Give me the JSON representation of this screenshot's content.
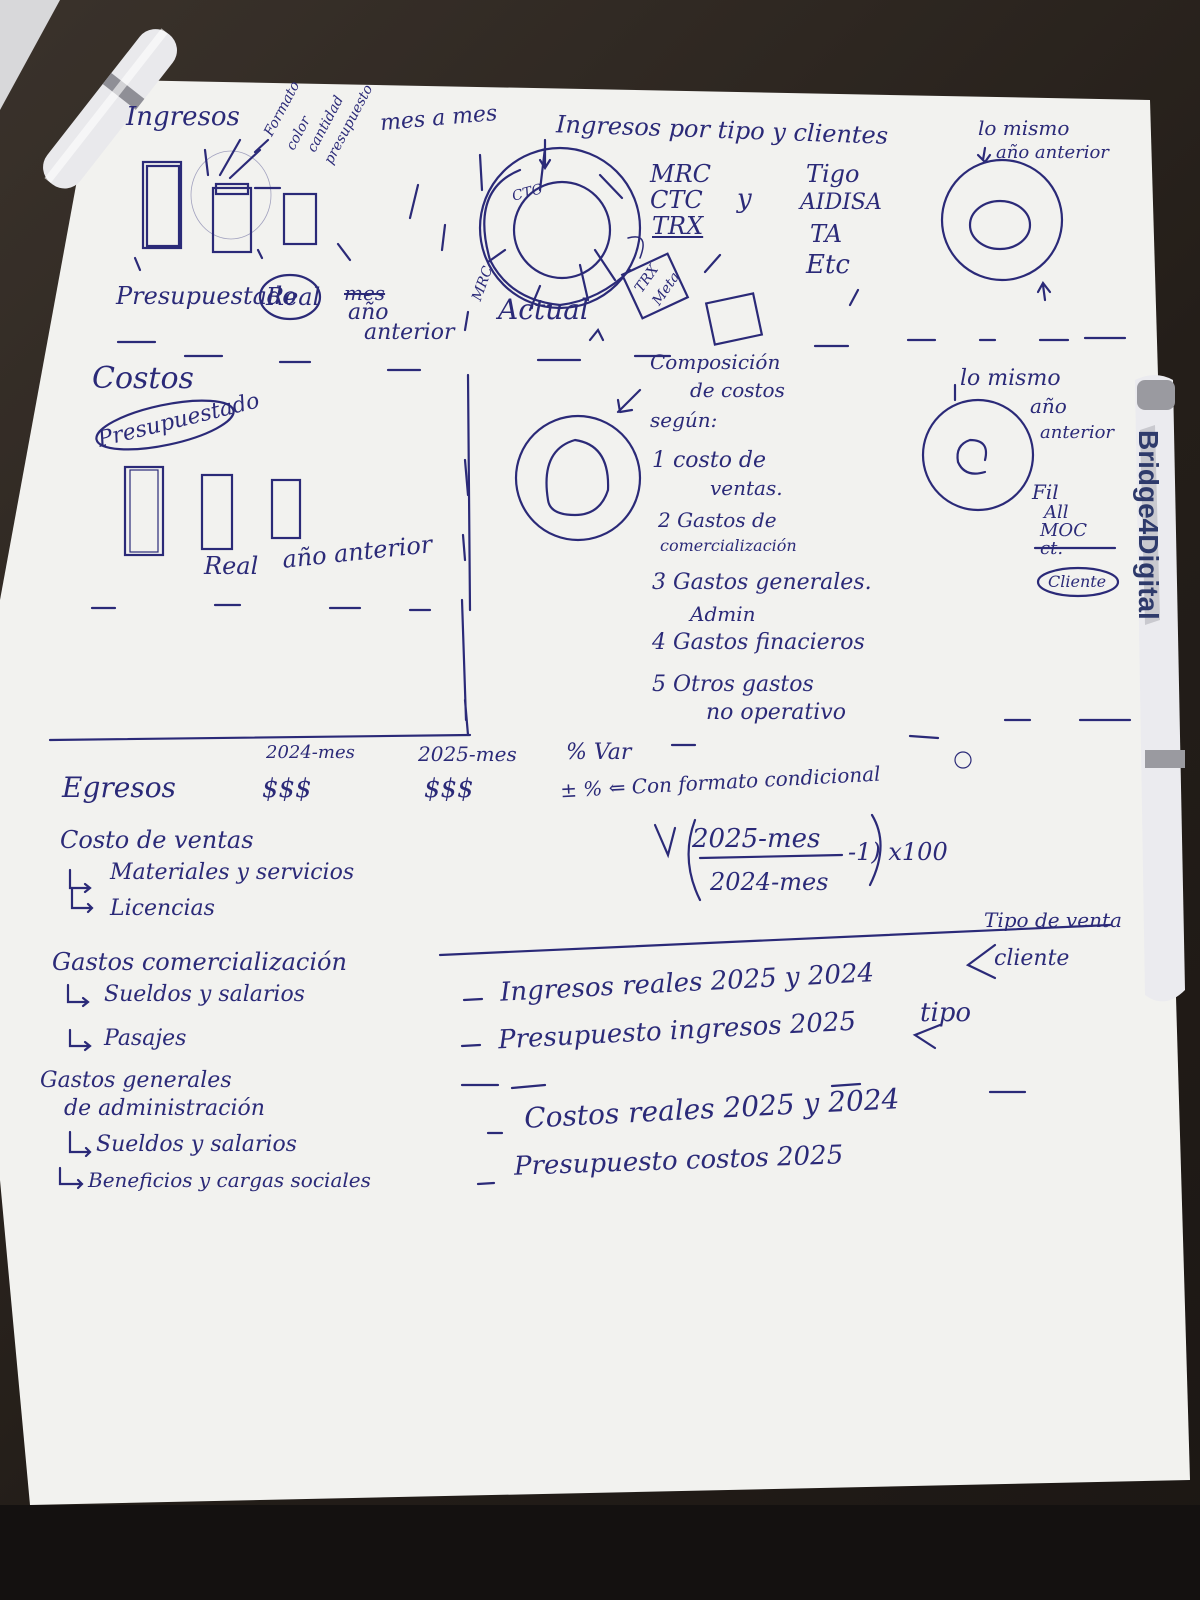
{
  "colors": {
    "ink": "#2b2a78",
    "paper": "#f3f3f0",
    "desk": "#2b2520",
    "pen": "#e8e8ea"
  },
  "ingresos": {
    "title": "Ingresos",
    "annotations": [
      "Formato",
      "color",
      "cantidad",
      "presupuesto"
    ],
    "mes_a_mes": "mes a mes",
    "labels": {
      "presupuestado": "Presupuestado",
      "real": "Real",
      "anio_anterior": [
        "año",
        "anterior"
      ]
    },
    "struck_word": "mes"
  },
  "ingresos_tipo": {
    "title": "Ingresos por tipo y clientes",
    "types": [
      "MRC",
      "CTC",
      "TRX"
    ],
    "y": "y",
    "clients": [
      "Tigo",
      "AIDISA",
      "TA",
      "Etc"
    ],
    "donut_labels": {
      "ctc": "CTC",
      "mrc": "MRC",
      "trx": "TRX",
      "meta": "Meta"
    },
    "actual": "Actual",
    "lo_mismo": [
      "lo mismo",
      "año anterior"
    ]
  },
  "costos": {
    "title": "Costos",
    "labels": {
      "presupuestado": "Presupuestado",
      "real": "Real",
      "anio_anterior": "año anterior"
    }
  },
  "composicion": {
    "title": [
      "Composición",
      "de costos",
      "según:"
    ],
    "items": [
      "1 costo de",
      "ventas.",
      "2 Gastos de",
      "comercialización",
      "3 Gastos generales.",
      "Admin",
      "4 Gastos finacieros",
      "5 Otros gastos",
      "no operativo"
    ],
    "lo_mismo": [
      "lo mismo",
      "año",
      "anterior"
    ],
    "filtros": [
      "Fil",
      "All",
      "MOC",
      "ct.",
      "Cliente"
    ]
  },
  "egresos": {
    "title": "Egresos",
    "col_2024": "2024-mes",
    "col_2025": "2025-mes",
    "col_var": "% Var",
    "money_2024": "$$$",
    "money_2025": "$$$",
    "pm": "± % ⇐ Con formato condicional",
    "formula": {
      "num": "2025-mes",
      "den": "2024-mes",
      "tail": "-1) x100"
    },
    "tree": [
      {
        "label": "Costo de ventas",
        "children": [
          "Materiales y servicios",
          "Licencias"
        ]
      },
      {
        "label": "Gastos comercialización",
        "children": [
          "Sueldos y salarios",
          "Pasajes"
        ]
      },
      {
        "label": "Gastos generales",
        "label2": "de administración",
        "children": [
          "Sueldos y salarios",
          "Beneficios y cargas sociales"
        ]
      }
    ]
  },
  "listas": {
    "items": [
      "Ingresos reales 2025 y 2024",
      "Presupuesto ingresos 2025",
      "Costos reales 2025 y 2024",
      "Presupuesto costos 2025"
    ],
    "tipo_venta": [
      "Tipo de venta",
      "cliente"
    ],
    "tipo": "tipo"
  },
  "pen": {
    "brand": "Bridge4Digital"
  }
}
